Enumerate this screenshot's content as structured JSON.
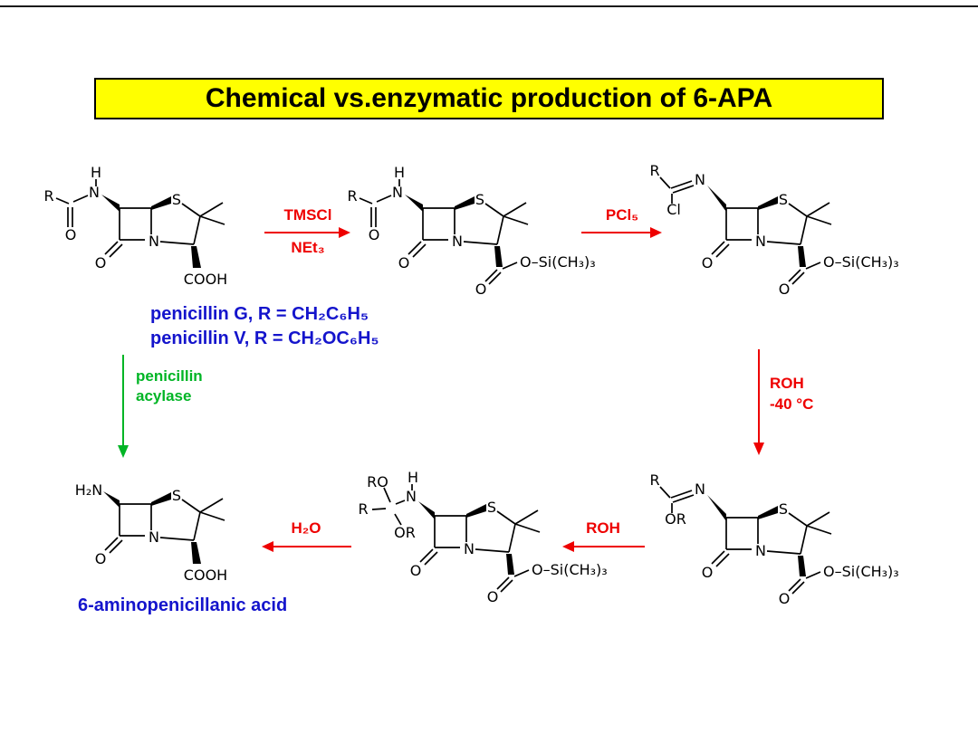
{
  "title": "Chemical vs.enzymatic production of 6-APA",
  "colors": {
    "title_bg": "#ffff00",
    "red": "#ee0000",
    "green": "#00b525",
    "blue": "#1414cc"
  },
  "reagents": {
    "tmscl": "TMSCl",
    "net3": "NEt₃",
    "pcl5": "PCl₅",
    "roh_top": "ROH",
    "temp": "-40 °C",
    "roh_bottom": "ROH",
    "h2o": "H₂O",
    "acylase_line1": "penicillin",
    "acylase_line2": "acylase"
  },
  "captions": {
    "pen_g": "penicillin G, R = CH₂C₆H₅",
    "pen_v": "penicillin V, R = CH₂OC₆H₅",
    "apa": "6-aminopenicillanic acid"
  },
  "structures": {
    "penicillin_acid": {
      "r": "R",
      "h": "H",
      "n": "N",
      "o_amide": "O",
      "o_lactam": "O",
      "s": "S",
      "n_ring": "N",
      "acid": "COOH"
    },
    "penicillin_tms": {
      "r": "R",
      "h": "H",
      "n": "N",
      "o_amide": "O",
      "o_lactam": "O",
      "s": "S",
      "n_ring": "N",
      "o_ester": "O",
      "tms": "O–Si(CH₃)₃"
    },
    "imino_chloride": {
      "r": "R",
      "x": "Cl",
      "n": "N",
      "o_lactam": "O",
      "s": "S",
      "n_ring": "N",
      "o_ester": "O",
      "tms": "O–Si(CH₃)₃"
    },
    "imino_ether": {
      "r": "R",
      "x": "OR",
      "n": "N",
      "o_lactam": "O",
      "s": "S",
      "n_ring": "N",
      "o_ester": "O",
      "tms": "O–Si(CH₃)₃"
    },
    "ortho_intermediate": {
      "ro": "RO",
      "r": "R",
      "or": "OR",
      "h": "H",
      "n": "N",
      "o_lactam": "O",
      "s": "S",
      "n_ring": "N",
      "o_ester": "O",
      "tms": "O–Si(CH₃)₃"
    },
    "six_apa": {
      "h2n": "H₂N",
      "o_lactam": "O",
      "s": "S",
      "n_ring": "N",
      "acid": "COOH"
    }
  }
}
